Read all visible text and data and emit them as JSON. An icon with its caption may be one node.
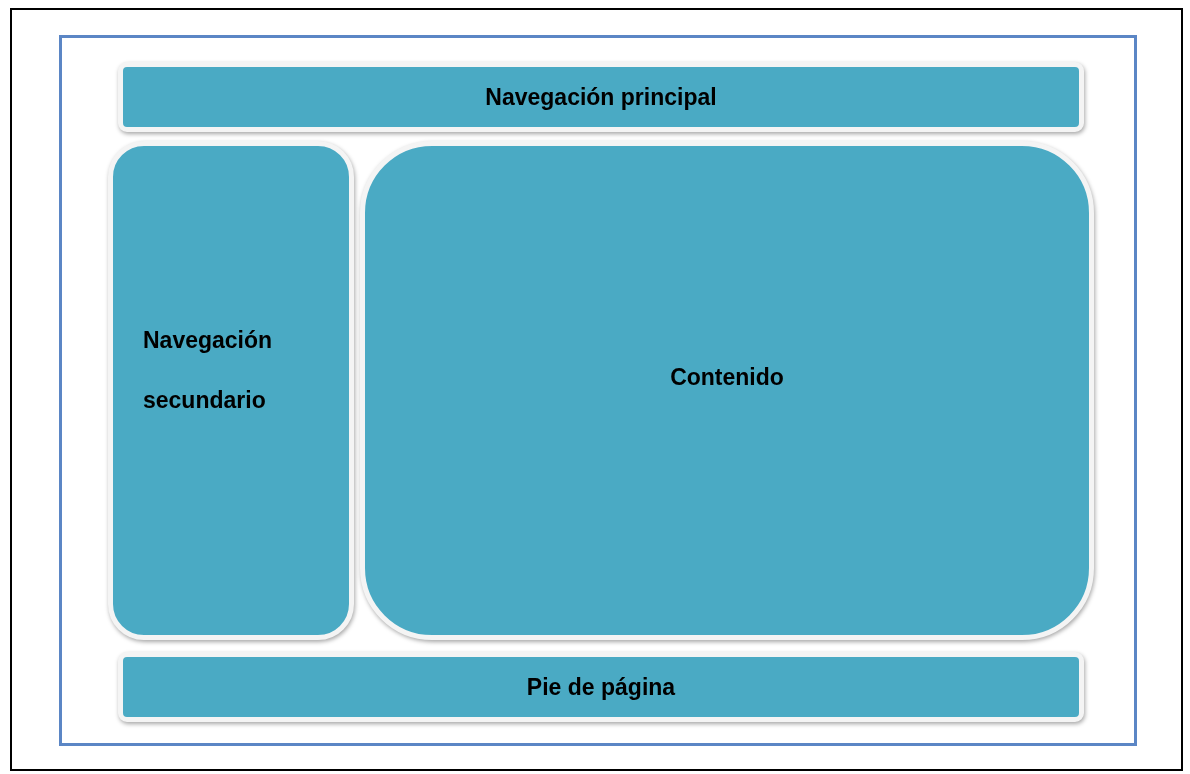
{
  "diagram": {
    "nodes": [
      {
        "text": [
          "Navegación principal"
        ]
      },
      {
        "text": [
          "Navegación secundario"
        ]
      },
      {
        "text": [
          "Contenido"
        ]
      },
      {
        "text": [
          "Pie de página"
        ]
      }
    ]
  }
}
